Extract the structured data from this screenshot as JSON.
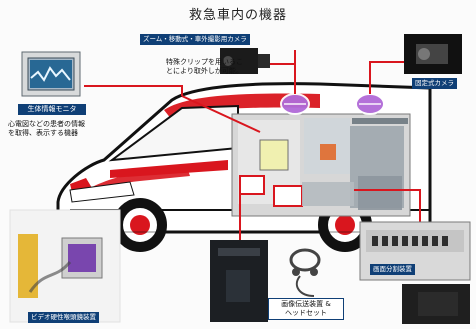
{
  "title": "救急車内の機器",
  "labels": {
    "camera_top": "ズーム・移動式・車外撮影用カメラ",
    "clip_note": "特殊クリップを用いるこ\nとにより取外しが可能。",
    "fixed_camera": "固定式カメラ",
    "monitor": "生体情報モニタ",
    "monitor_note": "心電図などの患者の情報\nを取得、表示する機器",
    "splitter": "画面分割装置",
    "encoder": "画像伝送装置 &\nヘッドセット",
    "video_scope": "ビデオ硬性喉頭鏡装置"
  },
  "colors": {
    "line_red": "#d9161e",
    "label_bg": "#0f3f76",
    "marker_purple": "#b06ad8"
  }
}
